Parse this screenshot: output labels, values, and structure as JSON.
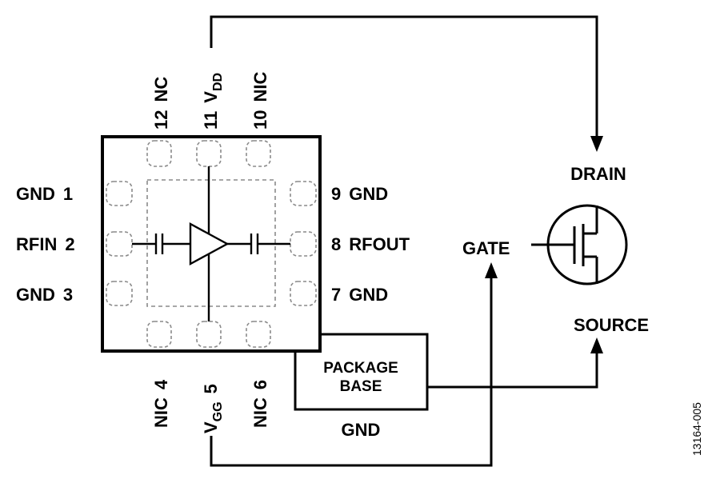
{
  "pins": {
    "p1": {
      "name": "GND",
      "num": "1"
    },
    "p2": {
      "name": "RFIN",
      "num": "2"
    },
    "p3": {
      "name": "GND",
      "num": "3"
    },
    "p4": {
      "num": "4",
      "name": "NIC"
    },
    "p5": {
      "num": "5",
      "name": "V",
      "sub": "GG"
    },
    "p6": {
      "num": "6",
      "name": "NIC"
    },
    "p7": {
      "num": "7",
      "name": "GND"
    },
    "p8": {
      "num": "8",
      "name": "RFOUT"
    },
    "p9": {
      "num": "9",
      "name": "GND"
    },
    "p10": {
      "num": "10",
      "name": "NIC"
    },
    "p11": {
      "num": "11",
      "name": "V",
      "sub": "DD"
    },
    "p12": {
      "num": "12",
      "name": "NC"
    }
  },
  "package_base": {
    "line1": "PACKAGE",
    "line2": "BASE"
  },
  "package_base_gnd": "GND",
  "transistor": {
    "drain": "DRAIN",
    "gate": "GATE",
    "source": "SOURCE"
  },
  "figure_id": "13164-005"
}
